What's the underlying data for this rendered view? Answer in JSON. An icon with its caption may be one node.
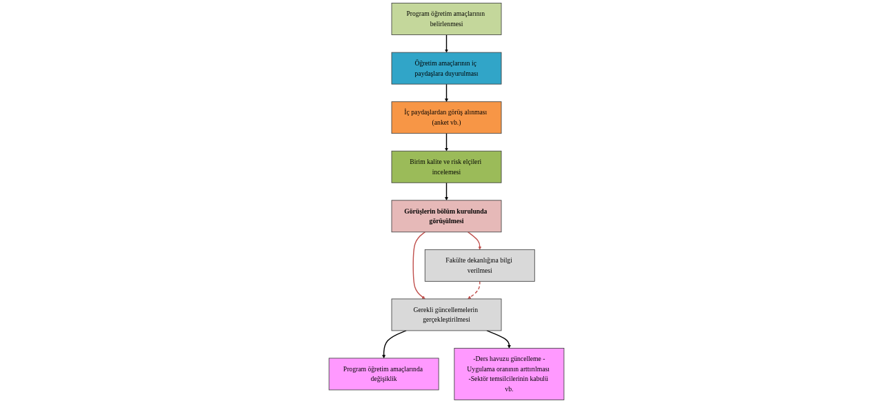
{
  "diagram": {
    "nodes": [
      {
        "text": [
          "Program öğretim amaçlarının belirlenmesi"
        ]
      },
      {
        "text": [
          "Öğretim amaçlarının iç paydaşlara duyurulması"
        ]
      },
      {
        "text": [
          "İç paydaşlardan görüş alınması (anket vb.)"
        ]
      },
      {
        "text": [
          "Birim kalite ve risk elçileri incelemesi"
        ]
      },
      {
        "text": [
          "Görüşlerin bölüm kurulunda görüşülmesi"
        ]
      },
      {
        "text": [
          "Fakülte dekanlığına bilgi verilmesi"
        ]
      },
      {
        "text": [
          "Gerekli güncellemelerin gerçekleştirilmesi"
        ]
      },
      {
        "text": [
          "Program öğretim amaçlarında değişiklik"
        ]
      },
      {
        "text": [
          "-Ders havuzu güncelleme -Uygulama oranının arttırılması -Sektör temsilcilerinin kabulü vb."
        ]
      }
    ],
    "edges": [
      {
        "from": 0,
        "to": 1,
        "arrow": "to"
      },
      {
        "from": 1,
        "to": 2,
        "arrow": "to"
      },
      {
        "from": 2,
        "to": 3,
        "arrow": "to"
      },
      {
        "from": 3,
        "to": 4,
        "arrow": "to"
      },
      {
        "from": 4,
        "to": 5,
        "arrow": "to",
        "color": "#c0504d"
      },
      {
        "from": 4,
        "to": 6,
        "arrow": "to",
        "color": "#c0504d"
      },
      {
        "from": 5,
        "to": 6,
        "arrow": "to",
        "style": "dashed",
        "color": "#c0504d"
      },
      {
        "from": 6,
        "to": 7,
        "arrow": "to"
      },
      {
        "from": 6,
        "to": 8,
        "arrow": "to"
      }
    ]
  }
}
